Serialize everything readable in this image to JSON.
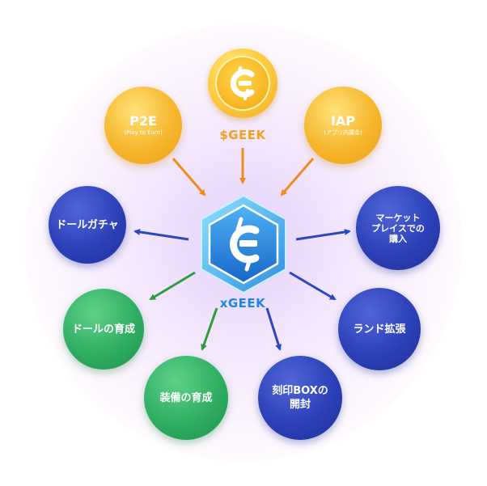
{
  "source_token": {
    "label": "$GEEK",
    "icon": "geek-coin-icon",
    "color": "#f0a21e"
  },
  "center_token": {
    "label": "xGEEK",
    "icon": "xgeek-hex-icon",
    "color": "#1f86e0"
  },
  "inputs": [
    {
      "id": "p2e",
      "label": "P2E",
      "sublabel": "(Play to Earn)",
      "color": "#f5b02a"
    },
    {
      "id": "iap",
      "label": "IAP",
      "sublabel": "(アプリ内課金)",
      "color": "#f5b02a"
    }
  ],
  "uses": [
    {
      "id": "doll-gacha",
      "label": "ドールガチャ",
      "color": "#2a3fb5"
    },
    {
      "id": "marketplace",
      "label": "マーケット\nプレイスでの\n購入",
      "color": "#2a3fb5"
    },
    {
      "id": "land-expansion",
      "label": "ランド拡張",
      "color": "#2a3fb5"
    },
    {
      "id": "doll-training",
      "label": "ドールの育成",
      "color": "#2fae62"
    },
    {
      "id": "equipment-training",
      "label": "装備の育成",
      "color": "#2fae62"
    },
    {
      "id": "box-open",
      "label": "刻印BOXの\n開封",
      "color": "#2a3fb5"
    }
  ],
  "arrow_colors": {
    "orange": "#f08c1e",
    "blue": "#2a48c0",
    "green": "#2f9e3a"
  }
}
